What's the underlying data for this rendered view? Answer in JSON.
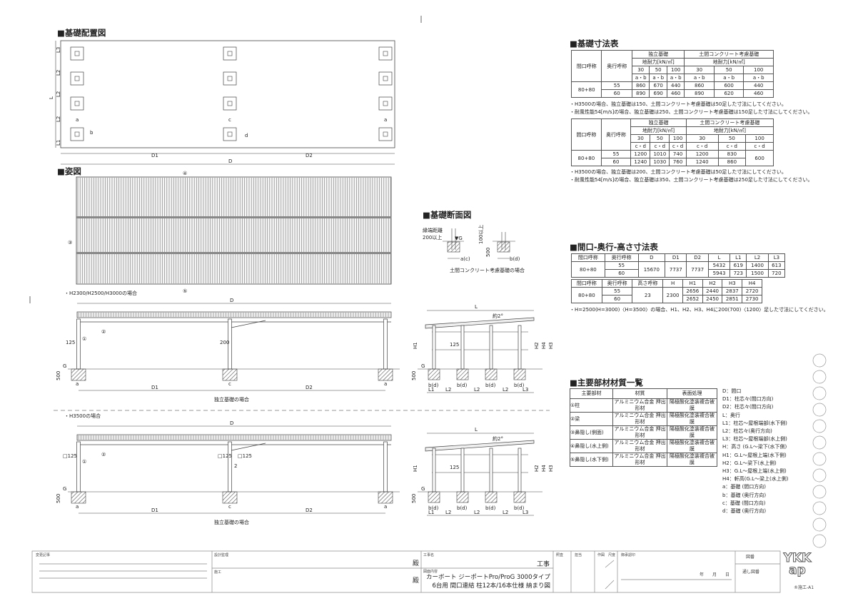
{
  "headings": {
    "layout": "■基礎配置図",
    "view": "■姿図",
    "section": "■基礎断面図",
    "found_table": "■基礎寸法表",
    "dim_table": "■間口-奥行-高さ寸法表",
    "material": "■主要部材材質一覧"
  },
  "plan": {
    "labels": {
      "L3": "L3",
      "L2": "L2",
      "L1": "L1",
      "L": "L",
      "a": "a",
      "b": "b",
      "c": "c",
      "d": "d",
      "D1": "D1",
      "D2": "D2",
      "D": "D"
    }
  },
  "view": {
    "callouts": {
      "c1": "①",
      "c2": "②",
      "c3": "③",
      "c4": "④",
      "c5": "⑤"
    }
  },
  "elev1": {
    "title": "・H2300/H2500/H3000の場合",
    "D": "D",
    "D1": "D1",
    "D2": "D2",
    "a": "a",
    "c": "c",
    "d125": "125",
    "d200": "200",
    "d500": "500",
    "G": "G",
    "caption": "独立基礎の場合"
  },
  "elev2": {
    "title": "・H3500の場合",
    "D": "D",
    "D1": "D1",
    "D2": "D2",
    "a": "a",
    "c": "c",
    "sq125a": "□125",
    "sq125b": "□125",
    "sq125c": "□125",
    "two": "2",
    "d500": "500",
    "G": "G",
    "caption": "独立基礎の場合"
  },
  "side": {
    "L": "L",
    "slope": "約2°",
    "H1": "H1",
    "H2": "H2",
    "H3": "H3",
    "H4": "H4",
    "d125": "125",
    "d500": "500",
    "G": "G",
    "bd": "b(d)",
    "L1": "L1",
    "L2": "L2",
    "L3": "L3"
  },
  "section": {
    "edge": "縁端距離",
    "min": "200以上",
    "G": "▼G",
    "top": "100以上",
    "d500": "500",
    "ac": "a(c)",
    "bd": "b(d)",
    "caption": "土間コンクリート考慮基礎の場合"
  },
  "found1": {
    "h_open": "間口呼称",
    "h_depth": "奥行呼称",
    "g1": "独立基礎",
    "g2": "土間コンクリート考慮基礎",
    "bear": "地耐力[kN/㎡]",
    "loads": [
      "30",
      "50",
      "100",
      "30",
      "50",
      "100"
    ],
    "sub": "a・b",
    "opening": "80+80",
    "rows": [
      {
        "depth": "55",
        "v": [
          "860",
          "670",
          "440",
          "860",
          "600",
          "440"
        ]
      },
      {
        "depth": "60",
        "v": [
          "890",
          "690",
          "460",
          "890",
          "620",
          "460"
        ]
      }
    ],
    "notes": [
      "・H3500の場合、独立基礎は150、土間コンクリート考慮基礎は50足した寸法にしてください。",
      "・耐風性能54[m/s]の場合、独立基礎は250、土間コンクリート考慮基礎は150足した寸法にしてください。"
    ]
  },
  "found2": {
    "h_open": "間口呼称",
    "h_depth": "奥行呼称",
    "g1": "独立基礎",
    "g2": "土間コンクリート考慮基礎",
    "bear": "地耐力[kN/㎡]",
    "loads": [
      "30",
      "50",
      "100",
      "30",
      "50",
      "100"
    ],
    "sub": "c・d",
    "opening": "80+80",
    "rows": [
      {
        "depth": "55",
        "v": [
          "1200",
          "1010",
          "740",
          "1200",
          "830"
        ]
      },
      {
        "depth": "60",
        "v": [
          "1240",
          "1030",
          "760",
          "1240",
          "860"
        ]
      }
    ],
    "merged": "600",
    "notes": [
      "・H3500の場合、独立基礎は200、土間コンクリート考慮基礎は50足した寸法にしてください。",
      "・耐風性能54[m/s]の場合、独立基礎は350、土間コンクリート考慮基礎は250足した寸法にしてください。"
    ]
  },
  "dims1": {
    "headers": [
      "間口呼称",
      "奥行呼称",
      "D",
      "D1",
      "D2",
      "L",
      "L1",
      "L2",
      "L3"
    ],
    "opening": "80+80",
    "D": "15670",
    "D1": "7737",
    "D2": "7737",
    "rows": [
      {
        "depth": "55",
        "L": "5432",
        "L1": "619",
        "L2": "1400",
        "L3": "613"
      },
      {
        "depth": "60",
        "L": "5943",
        "L1": "723",
        "L2": "1500",
        "L3": "720"
      }
    ]
  },
  "dims2": {
    "headers": [
      "間口呼称",
      "奥行呼称",
      "高さ呼称",
      "H",
      "H1",
      "H2",
      "H3",
      "H4"
    ],
    "opening": "80+80",
    "height": "23",
    "H": "2300",
    "rows": [
      {
        "depth": "55",
        "H1": "2656",
        "H2": "2440",
        "H3": "2837",
        "H4": "2720"
      },
      {
        "depth": "60",
        "H1": "2652",
        "H2": "2450",
        "H3": "2851",
        "H4": "2730"
      }
    ],
    "note": "・H=2500(H=3000)〈H=3500〉の場合、H1、H2、H3、H4に200(700)〈1200〉足した寸法にしてください。"
  },
  "materials": {
    "headers": [
      "主要部材",
      "材質",
      "表面処理"
    ],
    "rows": [
      [
        "①柱",
        "アルミニウム合金 押出形材",
        "陽極酸化塗装複合被膜"
      ],
      [
        "②梁",
        "アルミニウム合金 押出形材",
        "陽極酸化塗装複合被膜"
      ],
      [
        "③鼻隠し(側面)",
        "アルミニウム合金 押出形材",
        "陽極酸化塗装複合被膜"
      ],
      [
        "④鼻隠し(水上側)",
        "アルミニウム合金 押出形材",
        "陽極酸化塗装複合被膜"
      ],
      [
        "⑤鼻隠し(水下側)",
        "アルミニウム合金 押出形材",
        "陽極酸化塗装複合被膜"
      ]
    ]
  },
  "legend": [
    "D：間口",
    "D1：柱芯々(間口方向)",
    "D2：柱芯々(間口方向)",
    "L：奥行",
    "L1：柱芯～屋根端部(水下側)",
    "L2：柱芯々(奥行方向)",
    "L3：柱芯～屋根端部(水上側)",
    "H：高さ (G.L～梁下(水下側)",
    "H1：G.L～屋根上端(水下側)",
    "H2：G.L～梁下(水上側)",
    "H3：G.L～屋根上端(水上側)",
    "H4：軒高(G.L～梁上(水上側)",
    "a：基礎 (間口方向)",
    "b：基礎 (奥行方向)",
    "c：基礎 (間口方向)",
    "d：基礎 (奥行方向)"
  ],
  "titleblock": {
    "changes": "変更記事",
    "design": "設計監理",
    "builder": "施工",
    "dono1": "殿",
    "dono2": "殿",
    "project_label": "工事名",
    "project_suffix": "工事",
    "content_label": "図面内容",
    "content1": "カーボート ジーポートPro/ProG 3000タイプ",
    "content2": "6台用 間口連結 柱12本/16本仕様 納まり図",
    "check": "照査",
    "charge": "担当",
    "drawn": "作図",
    "scale": "尺度",
    "approval": "御承認印",
    "ymd": "年　　月　　日",
    "drawing_no": "図番",
    "serial": "通し図番",
    "logo": "YKK ap",
    "sheet": "®施工-A1"
  },
  "colors": {
    "line": "#333333",
    "hatch": "#555555",
    "bg": "#ffffff"
  }
}
